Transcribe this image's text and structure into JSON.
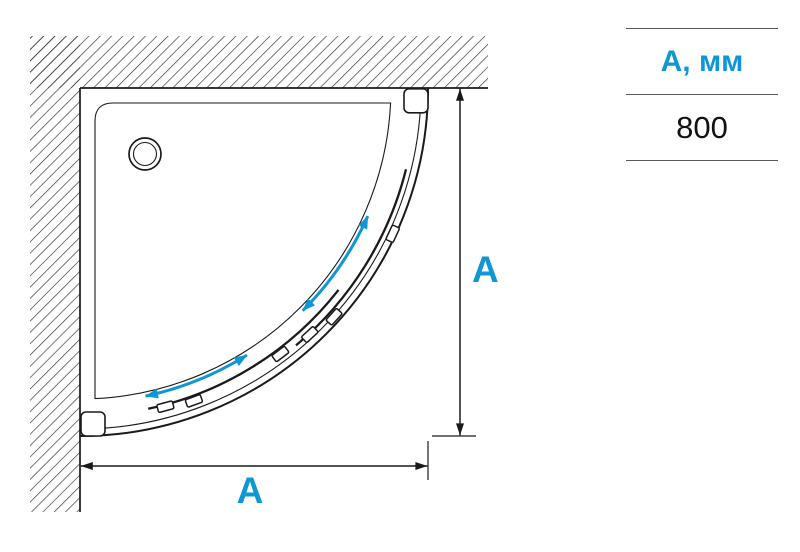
{
  "spec_table": {
    "header": "А, мм",
    "value": "800"
  },
  "diagram": {
    "dim_vertical_label": "А",
    "dim_horizontal_label": "А"
  },
  "colors": {
    "accent_blue": "#0e96d5",
    "line_dark": "#1a1a1a",
    "hatch": "#2e2e2e",
    "table_line": "#5a5a5a"
  }
}
